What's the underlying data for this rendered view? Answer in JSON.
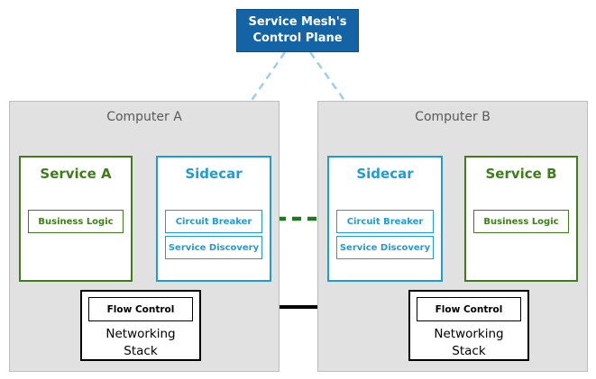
{
  "control_plane": {
    "line1": "Service Mesh's",
    "line2": "Control Plane"
  },
  "computer_a": {
    "title": "Computer A",
    "service": {
      "title": "Service A",
      "business_logic": "Business Logic"
    },
    "sidecar": {
      "title": "Sidecar",
      "circuit_breaker": "Circuit Breaker",
      "service_discovery": "Service Discovery"
    },
    "networking": {
      "flow_control": "Flow Control",
      "line1": "Networking",
      "line2": "Stack"
    }
  },
  "computer_b": {
    "title": "Computer B",
    "service": {
      "title": "Service B",
      "business_logic": "Business Logic"
    },
    "sidecar": {
      "title": "Sidecar",
      "circuit_breaker": "Circuit Breaker",
      "service_discovery": "Service Discovery"
    },
    "networking": {
      "flow_control": "Flow Control",
      "line1": "Networking",
      "line2": "Stack"
    }
  },
  "colors": {
    "control_plane_bg": "#1464A5",
    "control_plane_text": "#FFFFFF",
    "control_link_blue": "#9ACFEC",
    "sidecar_accent": "#1E9CD7",
    "service_accent": "#3E7D1A",
    "mesh_link_green": "#1F7A1F",
    "panel_bg": "#E1E1E1",
    "panel_border": "#BDBDBD",
    "panel_title_text": "#595959",
    "network_link_black": "#000000"
  }
}
